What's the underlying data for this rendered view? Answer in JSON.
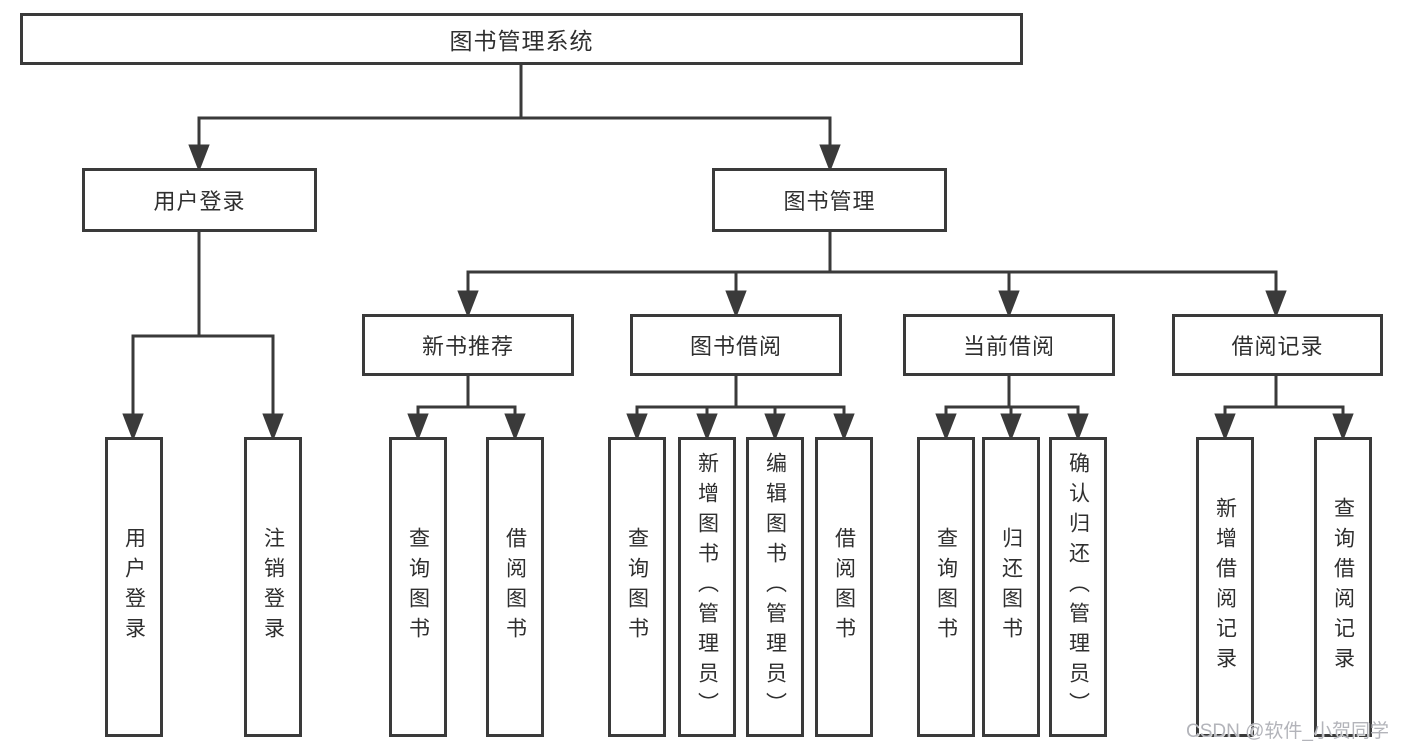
{
  "tree": {
    "root": {
      "label": "图书管理系统"
    },
    "user_login": {
      "label": "用户登录",
      "children": [
        {
          "label": "用户登录"
        },
        {
          "label": "注销登录"
        }
      ]
    },
    "book_management": {
      "label": "图书管理",
      "children": [
        {
          "label": "新书推荐",
          "children": [
            {
              "label": "查询图书"
            },
            {
              "label": "借阅图书"
            }
          ]
        },
        {
          "label": "图书借阅",
          "children": [
            {
              "label": "查询图书"
            },
            {
              "label": "新增图书（管理员）"
            },
            {
              "label": "编辑图书（管理员）"
            },
            {
              "label": "借阅图书"
            }
          ]
        },
        {
          "label": "当前借阅",
          "children": [
            {
              "label": "查询图书"
            },
            {
              "label": "归还图书"
            },
            {
              "label": "确认归还（管理员）"
            }
          ]
        },
        {
          "label": "借阅记录",
          "children": [
            {
              "label": "新增借阅记录"
            },
            {
              "label": "查询借阅记录"
            }
          ]
        }
      ]
    }
  },
  "watermark": {
    "text": "CSDN @软件_小贺同学"
  },
  "colors": {
    "line": "#3a3a3a",
    "text": "#2f2f2f",
    "box_background": "#ffffff",
    "watermark": "#b3b4ba"
  }
}
